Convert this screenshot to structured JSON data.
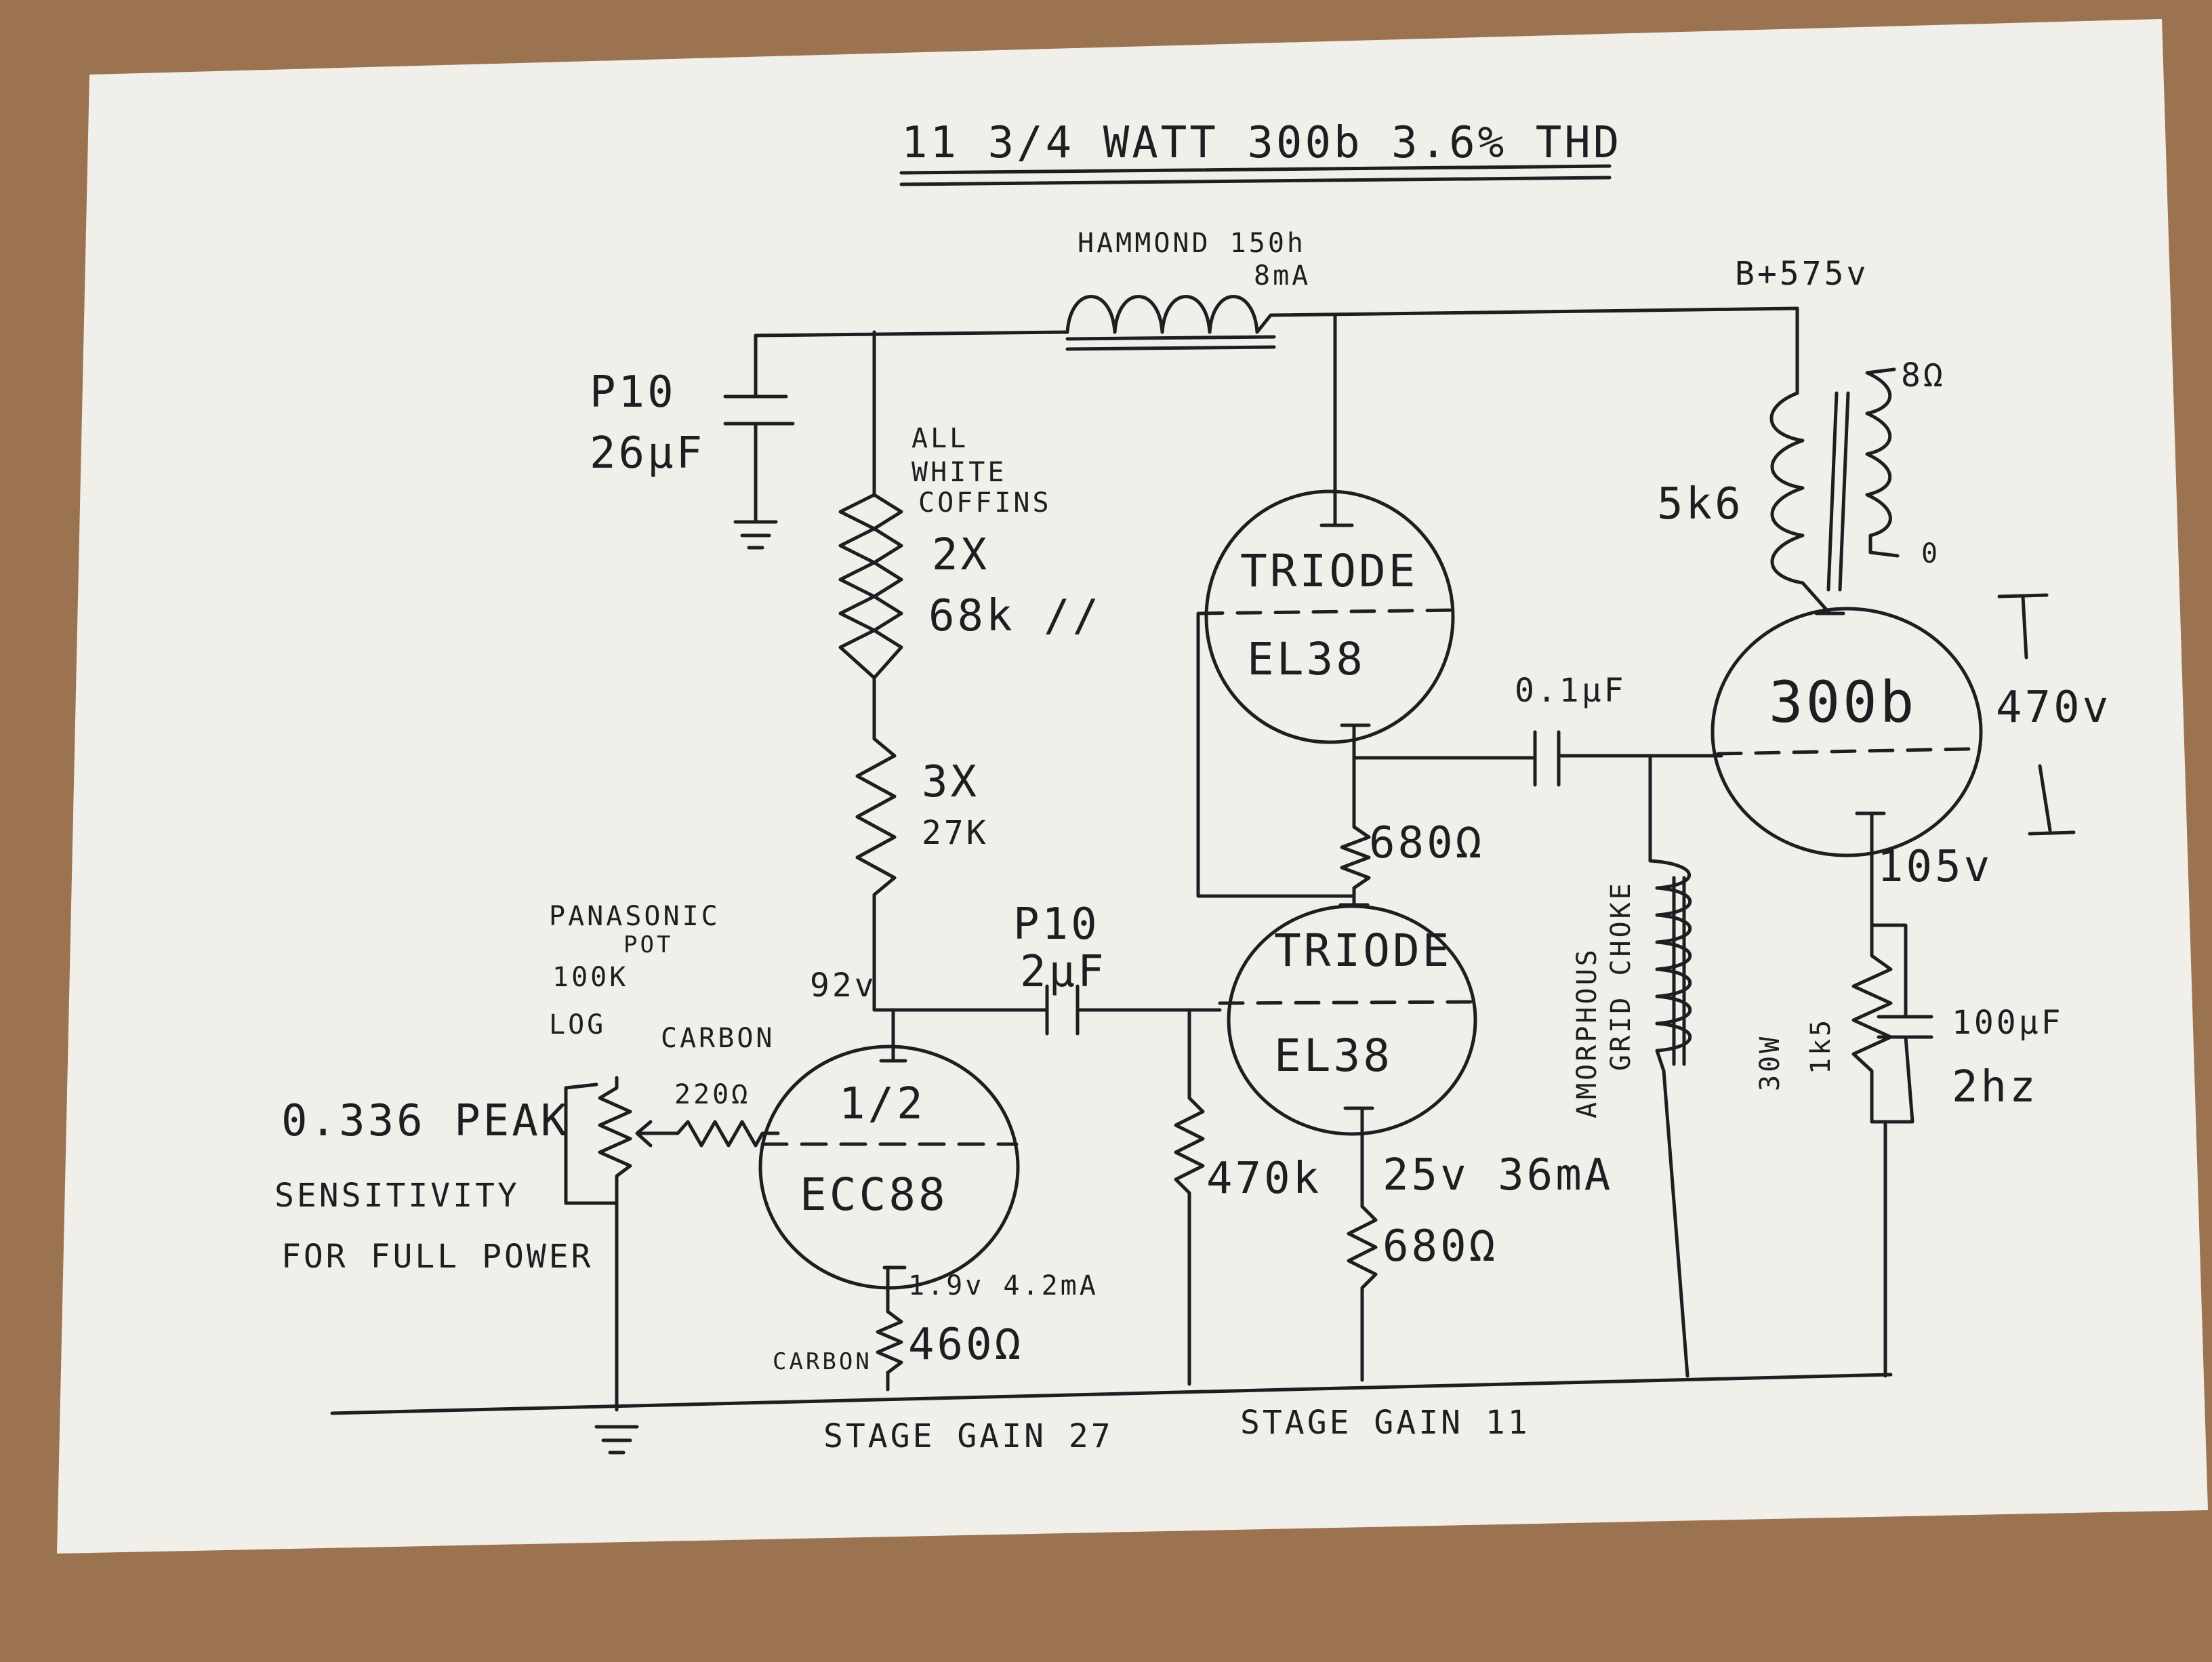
{
  "title": "11 3/4 WATT 300b 3.6% THD",
  "colors": {
    "desk": "#9b7350",
    "paper": "#f1efe9",
    "ink": "#1e1e22"
  },
  "supply": {
    "choke_name": "HAMMOND 150h",
    "choke_current": "8mA",
    "b_plus": "B+575v"
  },
  "reservoir_cap": {
    "name": "P10",
    "value": "26µF"
  },
  "load_resistors": {
    "note": [
      "ALL",
      "WHITE",
      "COFFINS"
    ],
    "count": "2X",
    "value": "68k //"
  },
  "dropper_resistors": {
    "count": "3X",
    "value": "27K"
  },
  "pot": {
    "name": "PANASONIC",
    "type": "POT",
    "value": "100K",
    "taper": "LOG"
  },
  "grid_stopper": {
    "type": "CARBON",
    "value": "220Ω"
  },
  "sensitivity": [
    "0.336 PEAK",
    "SENSITIVITY",
    "FOR FULL POWER"
  ],
  "input_stage": {
    "tube_fraction": "1/2",
    "tube": "ECC88",
    "plate_voltage": "92v",
    "cathode_bias": "1.9v 4.2mA",
    "cathode_resistor_type": "CARBON",
    "cathode_resistor": "460Ω",
    "gain": "STAGE GAIN 27"
  },
  "coupling_cap_1": {
    "name": "P10",
    "value": "2µF"
  },
  "driver_stage": {
    "upper_tube_mode": "TRIODE",
    "upper_tube": "EL38",
    "lower_tube_mode": "TRIODE",
    "lower_tube": "EL38",
    "middle_resistor": "680Ω",
    "grid_resistor": "470k",
    "cathode_bias": "25v 36mA",
    "cathode_resistor": "680Ω",
    "gain": "STAGE GAIN 11"
  },
  "coupling_cap_2": {
    "value": "0.1µF"
  },
  "grid_choke": [
    "AMORPHOUS",
    "GRID CHOKE"
  ],
  "output_stage": {
    "tube": "300b",
    "plate_voltage": "470v",
    "transformer_primary": "5k6",
    "speaker_tap": "8Ω",
    "common_tap": "0",
    "cathode_voltage": "105v",
    "cathode_resistor": [
      "30W",
      "1k5"
    ],
    "bypass_cap": "100µF",
    "bypass_corner": "2hz"
  }
}
